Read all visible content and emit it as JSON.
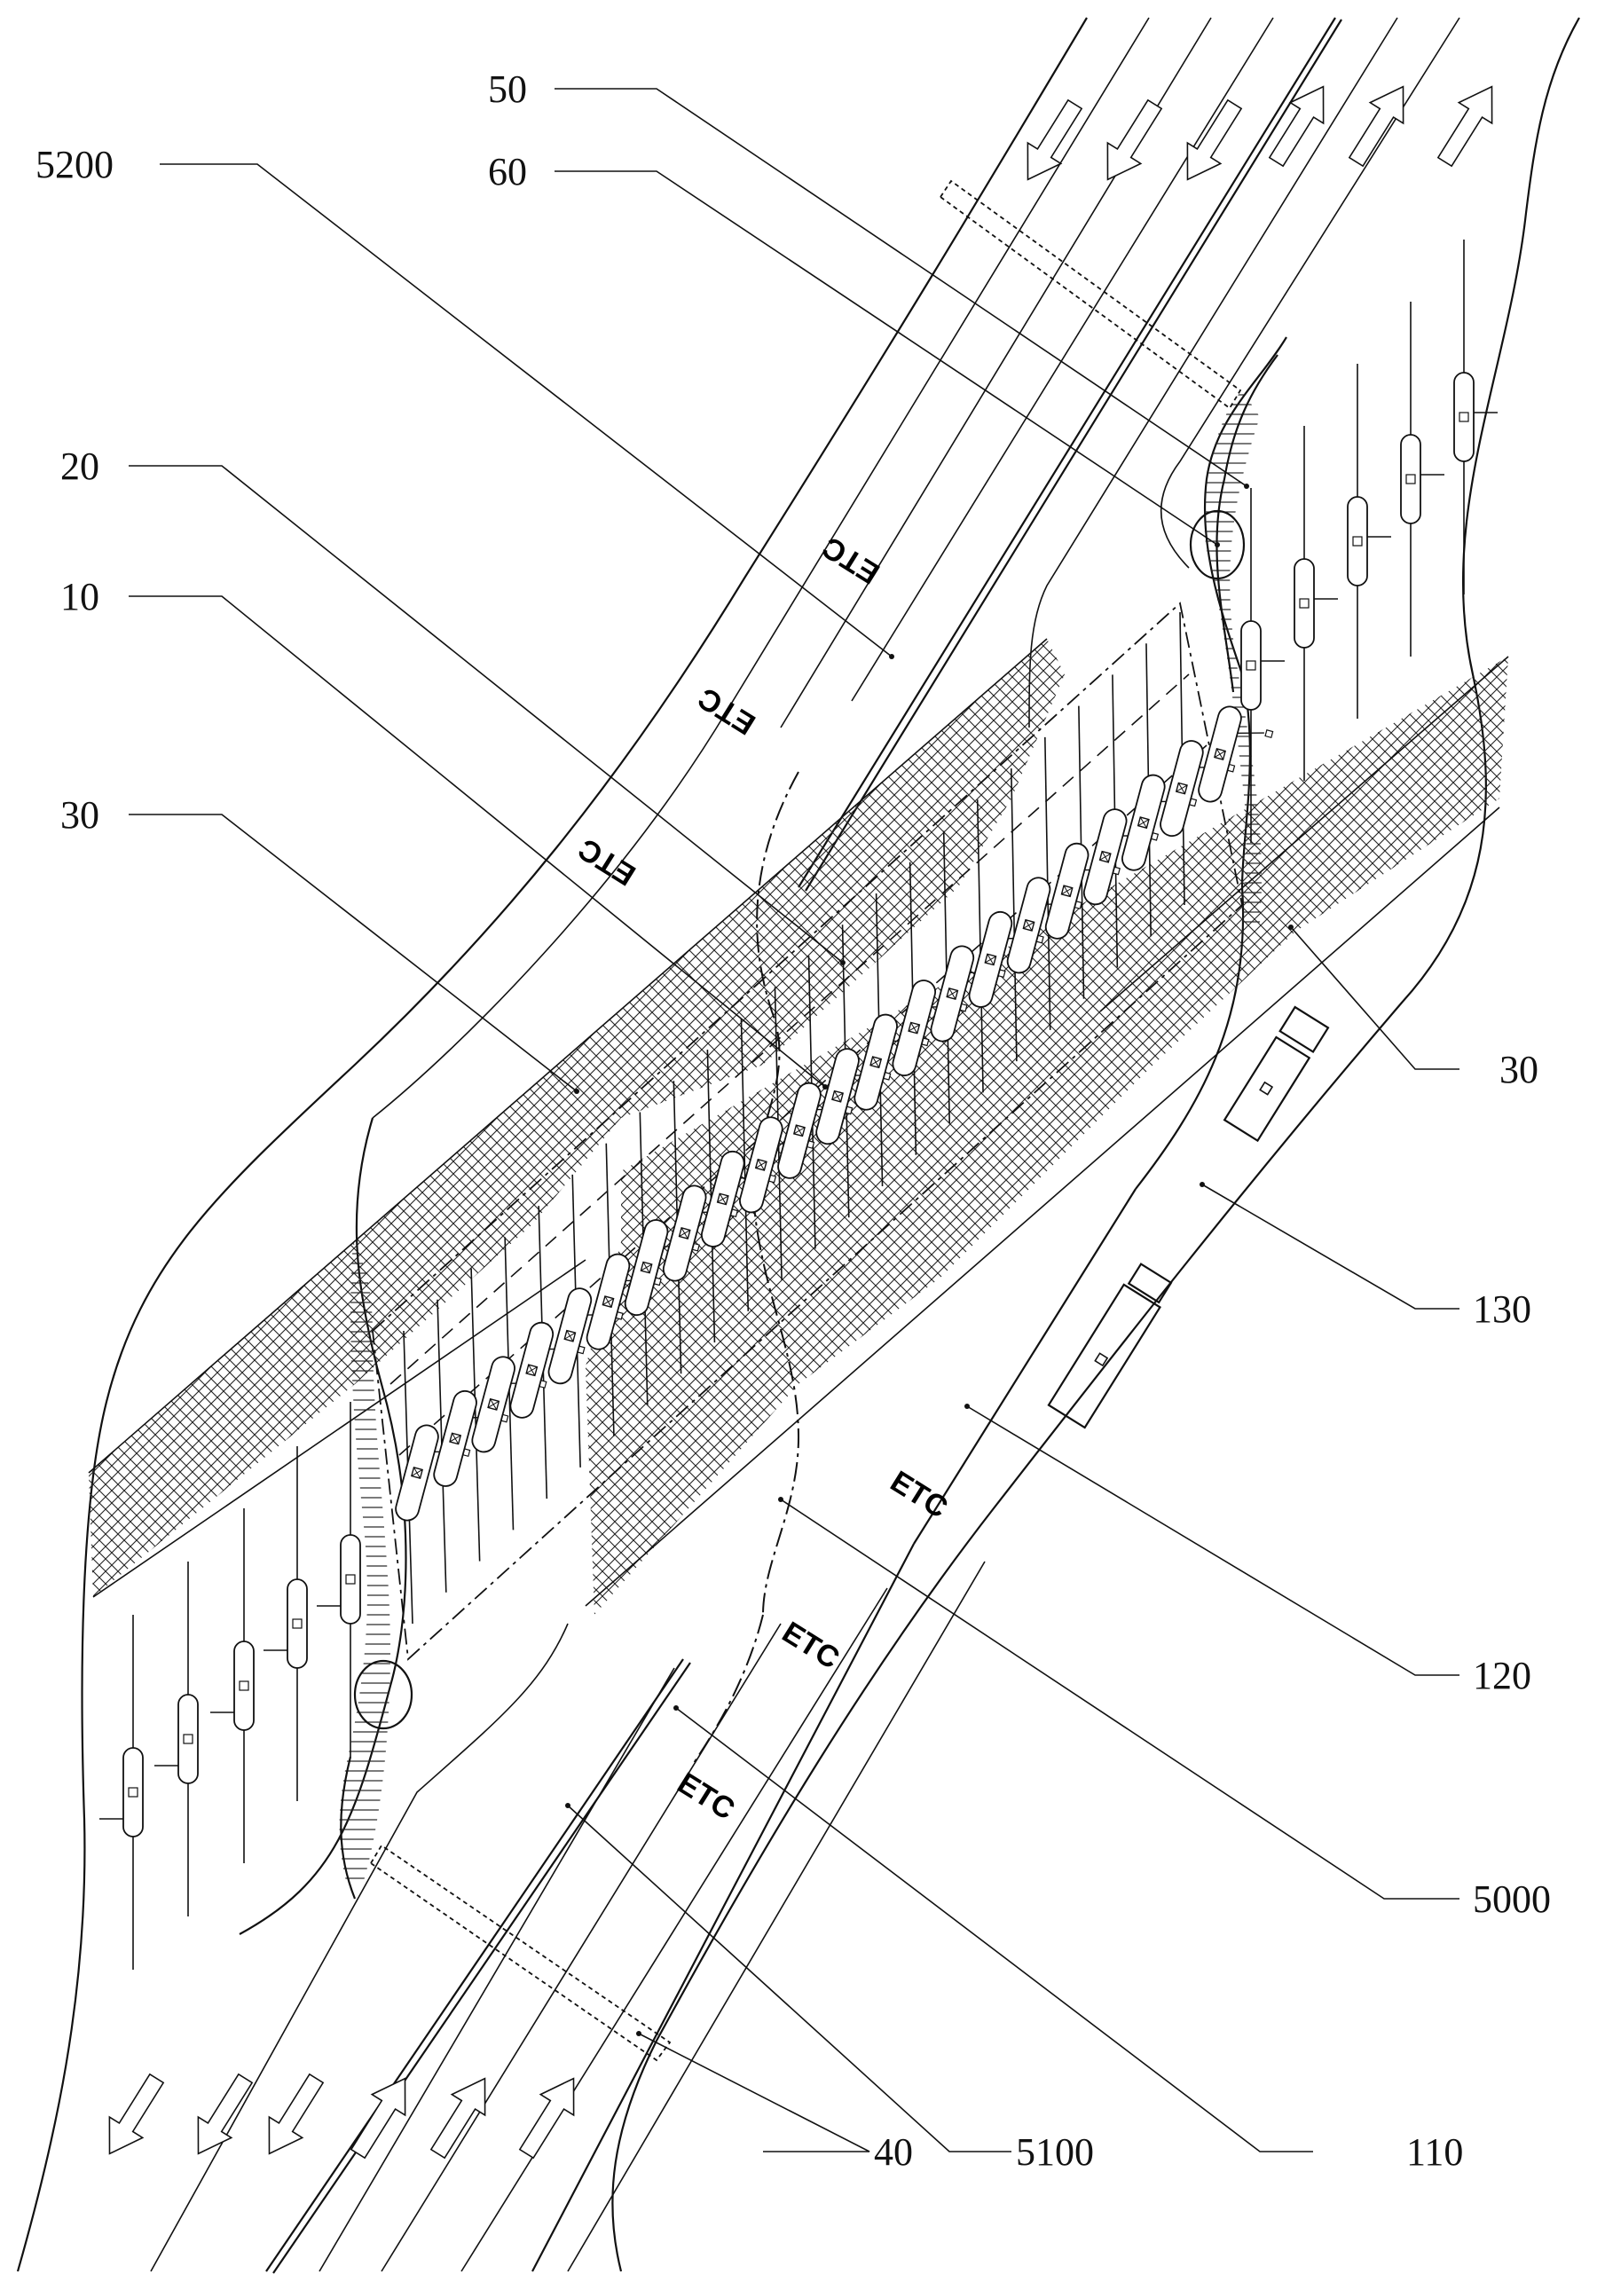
{
  "labels": {
    "l50": "50",
    "l60": "60",
    "l5200": "5200",
    "l20": "20",
    "l10": "10",
    "l30_left": "30",
    "l30_right": "30",
    "l130": "130",
    "l120": "120",
    "l5000": "5000",
    "l40": "40",
    "l5100": "5100",
    "l110": "110"
  },
  "lane_text": {
    "etc": "ETC"
  },
  "colors": {
    "ink": "#111111",
    "background": "#ffffff"
  }
}
